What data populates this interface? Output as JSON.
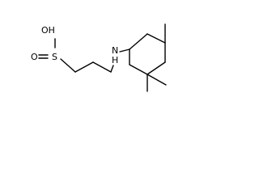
{
  "structure": {
    "atoms": {
      "oh": "OH",
      "s": "S",
      "o": "O",
      "nh": "N",
      "nh_h": "H"
    },
    "colors": {
      "bond": "#000000",
      "text": "#000000",
      "background": "#ffffff"
    }
  }
}
